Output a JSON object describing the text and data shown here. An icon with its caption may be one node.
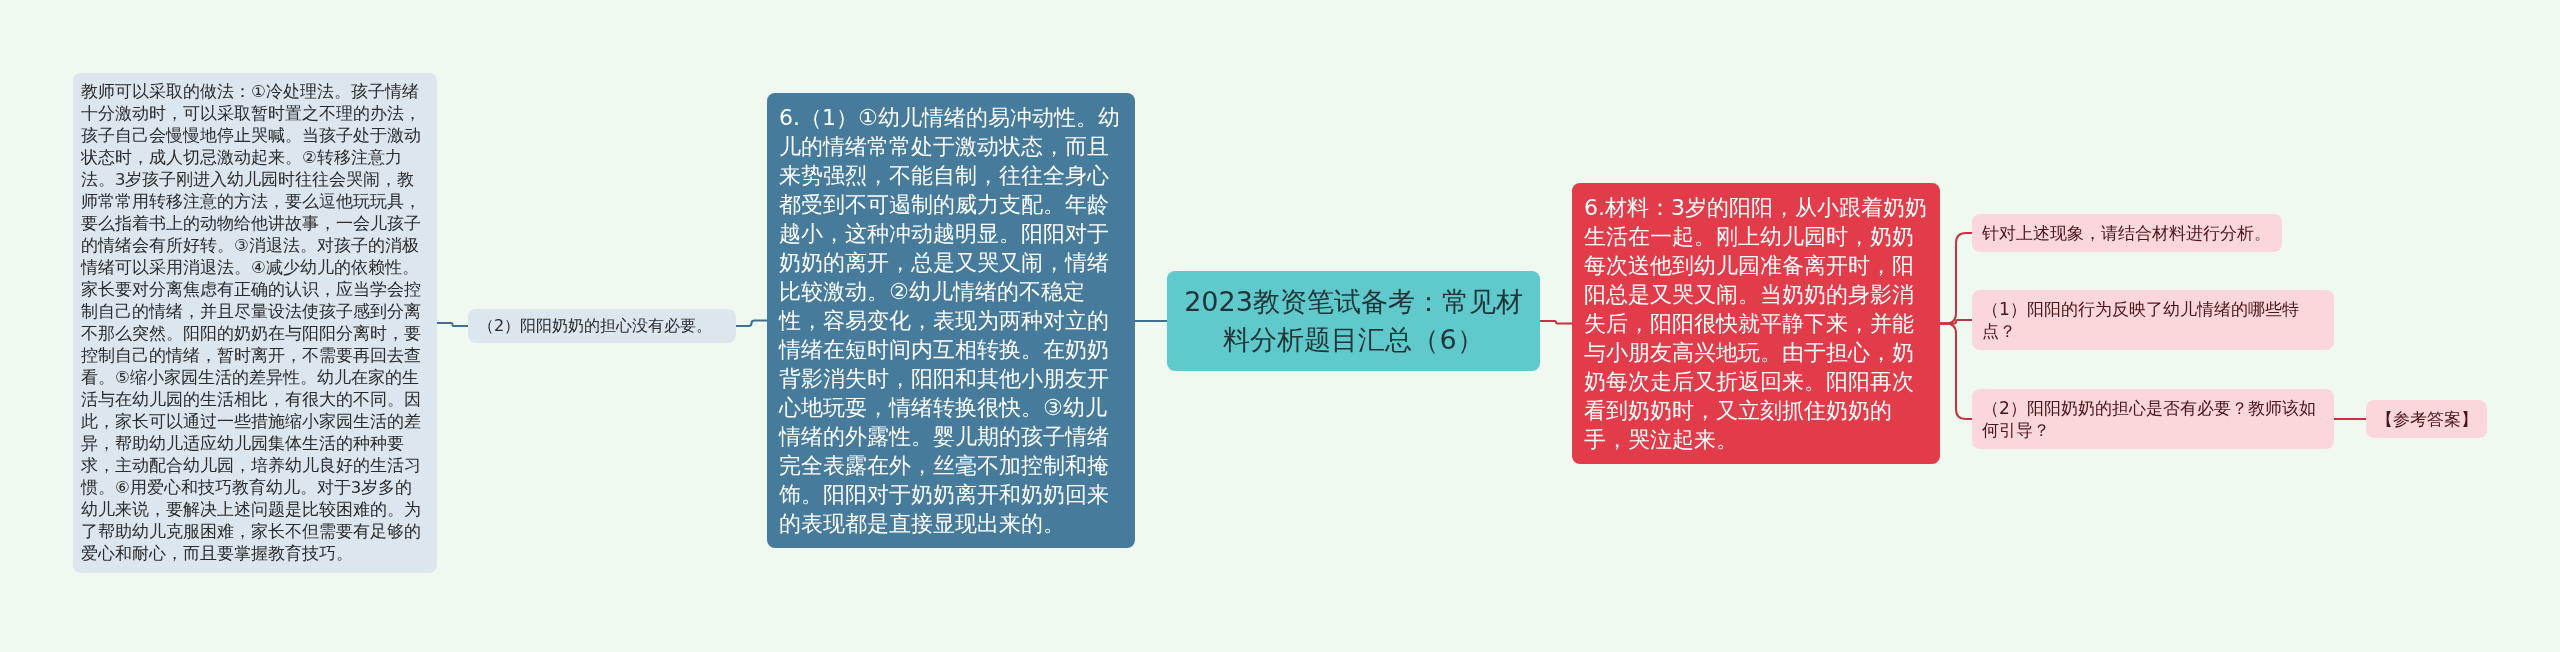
{
  "diagram": {
    "nodes": [
      {
        "text": [
          "2023教资笔试备考：常见材料分析题目汇总（6）"
        ]
      },
      {
        "text": [
          "6.材料：3岁的阳阳，从小跟着奶奶生活在一起。刚上幼儿园时，奶奶每次送他到幼儿园准备离开时，阳阳总是又哭又闹。当奶奶的身影消失后，阳阳很快就平静下来，并能与小朋友高兴地玩。由于担心，奶奶每次走后又折返回来。阳阳再次看到奶奶时，又立刻抓住奶奶的手，哭泣起来。"
        ]
      },
      {
        "text": [
          "针对上述现象，请结合材料进行分析。"
        ]
      },
      {
        "text": [
          "（1）阳阳的行为反映了幼儿情绪的哪些特点？"
        ]
      },
      {
        "text": [
          "（2）阳阳奶奶的担心是否有必要？教师该如何引导？"
        ]
      },
      {
        "text": [
          "【参考答案】"
        ]
      },
      {
        "text": [
          "6.（1）①幼儿情绪的易冲动性。幼儿的情绪常常处于激动状态，而且来势强烈，不能自制，往往全身心都受到不可遏制的威力支配。年龄越小，这种冲动越明显。阳阳对于奶奶的离开，总是又哭又闹，情绪比较激动。②幼儿情绪的不稳定性，容易变化，表现为两种对立的情绪在短时间内互相转换。在奶奶背影消失时，阳阳和其他小朋友开心地玩耍，情绪转换很快。③幼儿情绪的外露性。婴儿期的孩子情绪完全表露在外，丝毫不加控制和掩饰。阳阳对于奶奶离开和奶奶回来的表现都是直接显现出来的。"
        ]
      },
      {
        "text": [
          "（2）阳阳奶奶的担心没有必要。"
        ]
      },
      {
        "text": [
          "教师可以采取的做法：①冷处理法。孩子情绪十分激动时，可以采取暂时置之不理的办法，孩子自己会慢慢地停止哭喊。当孩子处于激动状态时，成人切忌激动起来。②转移注意力法。3岁孩子刚进入幼儿园时往往会哭闹，教师常常用转移注意的方法，要么逗他玩玩具，要么指着书上的动物给他讲故事，一会儿孩子的情绪会有所好转。③消退法。对孩子的消极情绪可以采用消退法。④减少幼儿的依赖性。家长要对分离焦虑有正确的认识，应当学会控制自己的情绪，并且尽量设法使孩子感到分离不那么突然。阳阳的奶奶在与阳阳分离时，要控制自己的情绪，暂时离开，不需要再回去查看。⑤缩小家园生活的差异性。幼儿在家的生活与在幼儿园的生活相比，有很大的不同。因此，家长可以通过一些措施缩小家园生活的差异，帮助幼儿适应幼儿园集体生活的种种要求，主动配合幼儿园，培养幼儿良好的生活习惯。⑥用爱心和技巧教育幼儿。对于3岁多的幼儿来说，要解决上述问题是比较困难的。为了帮助幼儿克服困难，家长不但需要有足够的爱心和耐心，而且要掌握教育技巧。"
        ]
      }
    ],
    "edges": [
      {
        "from": 0,
        "to": 1,
        "arrow": "none"
      },
      {
        "from": 1,
        "to": 2,
        "arrow": "none"
      },
      {
        "from": 1,
        "to": 3,
        "arrow": "none"
      },
      {
        "from": 1,
        "to": 4,
        "arrow": "none"
      },
      {
        "from": 4,
        "to": 5,
        "arrow": "none"
      },
      {
        "from": 0,
        "to": 6,
        "arrow": "none",
        "color": "#3e6f8f"
      },
      {
        "from": 6,
        "to": 7,
        "arrow": "none",
        "color": "#3e6f8f"
      },
      {
        "from": 7,
        "to": 8,
        "arrow": "none",
        "color": "#3e6f8f"
      }
    ]
  }
}
